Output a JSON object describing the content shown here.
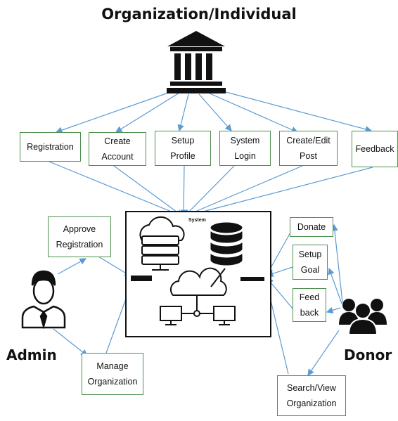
{
  "title": "Organization/Individual",
  "system_label": "System",
  "org_actions": [
    "Registration",
    "Create\nAccount",
    "Setup\nProfile",
    "System\nLogin",
    "Create/Edit\nPost",
    "Feedback"
  ],
  "admin": {
    "label": "Admin",
    "actions": [
      "Approve\nRegistration",
      "Manage\nOrganization"
    ]
  },
  "donor": {
    "label": "Donor",
    "actions": [
      "Donate",
      "Setup\nGoal",
      "Feed\nback",
      "Search/View\nOrganization"
    ]
  },
  "colors": {
    "arrow": "#5b9bd5",
    "box_border": "#4f8f4f",
    "icon": "#111111"
  }
}
